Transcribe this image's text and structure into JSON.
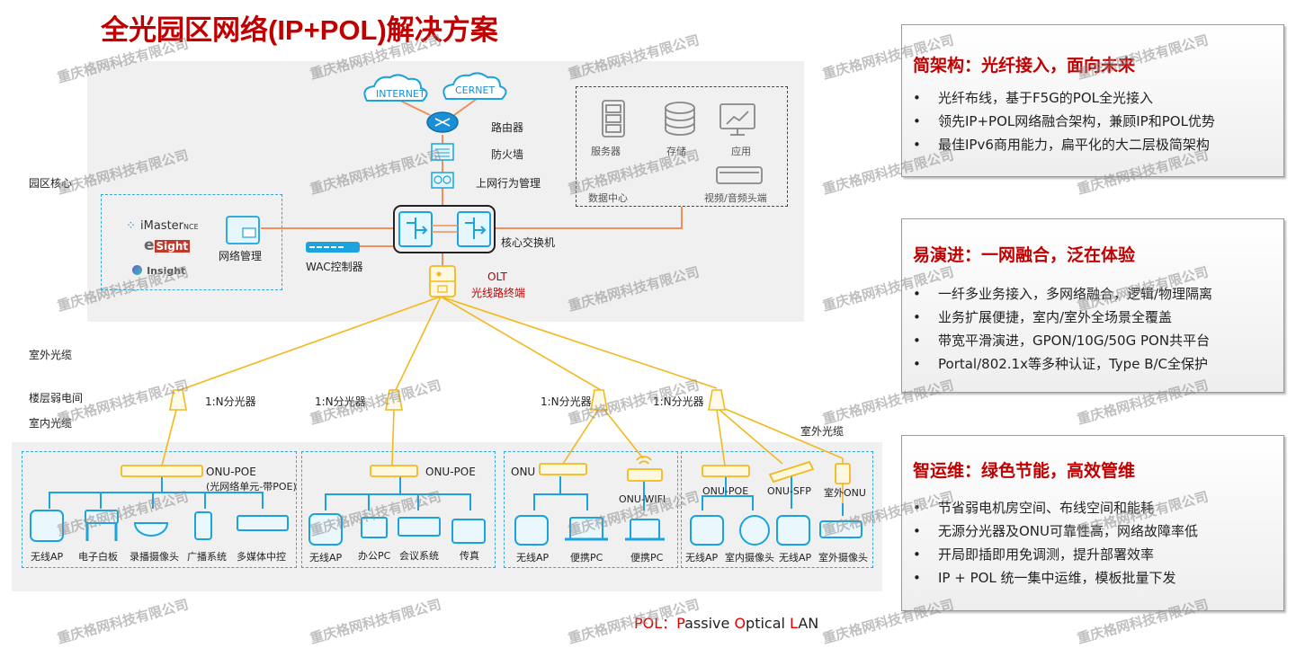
{
  "title": "全光园区网络(IP+POL)解决方案",
  "diagram": {
    "zones": {
      "campus_core": "园区核心",
      "outdoor_cable": "室外光缆",
      "floor_room": "楼层弱电间",
      "indoor_cable": "室内光缆",
      "outdoor_cable_right": "室外光缆"
    },
    "clouds": [
      "INTERNET",
      "CERNET"
    ],
    "core_chain": {
      "router": "路由器",
      "firewall": "防火墙",
      "behavior_mgmt": "上网行为管理",
      "core_switch": "核心交换机"
    },
    "data_center": {
      "label": "数据中心",
      "server": "服务器",
      "storage": "存储",
      "application": "应用",
      "av_headend": "视频/音频头端"
    },
    "network_mgmt": {
      "label": "网络管理",
      "imaster": "iMaster",
      "imaster_suffix": "NCE",
      "esight_e": "e",
      "esight_box": "Sight",
      "insight": "Insight"
    },
    "wac": "WAC控制器",
    "olt": {
      "name": "OLT",
      "desc": "光线路终端"
    },
    "splitters": [
      "1:N分光器",
      "1:N分光器",
      "1:N分光器",
      "1:N分光器"
    ],
    "groups": [
      {
        "onu_label": "ONU-POE",
        "onu_sub": "(光网络单元-带POE)",
        "devices": [
          "无线AP",
          "电子白板",
          "录播摄像头",
          "广播系统",
          "多媒体中控"
        ]
      },
      {
        "onu_label": "ONU-POE",
        "devices": [
          "无线AP",
          "办公PC",
          "会议系统",
          "传真"
        ]
      },
      {
        "onu_label": "ONU",
        "onu_wifi_label": "ONU-WIFI",
        "devices": [
          "无线AP",
          "便携PC",
          "便携PC"
        ]
      },
      {
        "onu_poe_label": "ONU-POE",
        "onu_sfp_label": "ONU-SFP",
        "outdoor_onu_label": "室外ONU",
        "devices": [
          "无线AP",
          "室内摄像头",
          "无线AP",
          "室外摄像头"
        ]
      }
    ]
  },
  "cards": [
    {
      "heading": "简架构：光纤接入，面向未来",
      "bullets": [
        "光纤布线，基于F5G的POL全光接入",
        "领先IP+POL网络融合架构，兼顾IP和POL优势",
        "最佳IPv6商用能力，扁平化的大二层极简架构"
      ]
    },
    {
      "heading": "易演进：一网融合，泛在体验",
      "bullets": [
        "一纤多业务接入，多网络融合，逻辑/物理隔离",
        "业务扩展便捷，室内/室外全场景全覆盖",
        "带宽平滑演进，GPON/10G/50G PON共平台",
        "Portal/802.1x等多种认证，Type B/C全保护"
      ]
    },
    {
      "heading": "智运维：绿色节能，高效管维",
      "bullets": [
        "节省弱电机房空间、布线空间和能耗",
        "无源分光器及ONU可靠性高，网络故障率低",
        "开局即插即用免调测，提升部署效率",
        "IP + POL 统一集中运维，模板批量下发"
      ]
    }
  ],
  "footer": {
    "prefix": "POL：",
    "p": "P",
    "assive": "assive ",
    "o": "O",
    "ptical": "ptical ",
    "l": "L",
    "an": "AN"
  },
  "watermark": "重庆格网科技有限公司",
  "colors": {
    "title_red": "#c00000",
    "fiber_yellow": "#f2b81e",
    "ethernet_orange": "#f0905a",
    "device_blue": "#1aa3dc",
    "panel_gray": "#f0f0f0"
  },
  "bullet": "•"
}
